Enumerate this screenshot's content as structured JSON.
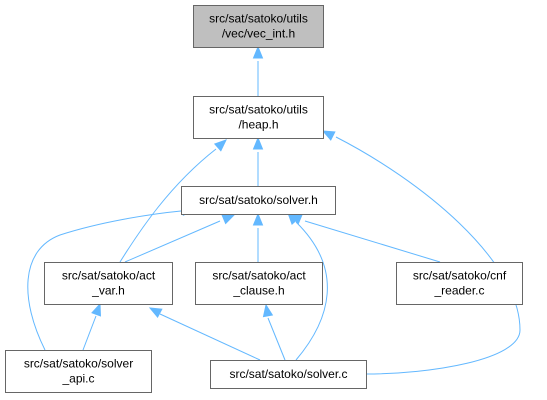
{
  "graph": {
    "edge_color": "#63b8ff",
    "node_border_color": "#666666",
    "root_fill_color": "#bfbfbf",
    "nodes": [
      {
        "id": "vec_int",
        "name": "node-vec-int-h",
        "lines": [
          "src/sat/satoko/utils",
          "/vec/vec_int.h"
        ],
        "root": true
      },
      {
        "id": "heap",
        "name": "node-heap-h",
        "lines": [
          "src/sat/satoko/utils",
          "/heap.h"
        ]
      },
      {
        "id": "solver_h",
        "name": "node-solver-h",
        "lines": [
          "src/sat/satoko/solver.h"
        ]
      },
      {
        "id": "act_var",
        "name": "node-act-var-h",
        "lines": [
          "src/sat/satoko/act",
          "_var.h"
        ]
      },
      {
        "id": "act_clause",
        "name": "node-act-clause-h",
        "lines": [
          "src/sat/satoko/act",
          "_clause.h"
        ]
      },
      {
        "id": "cnf_reader",
        "name": "node-cnf-reader-c",
        "lines": [
          "src/sat/satoko/cnf",
          "_reader.c"
        ]
      },
      {
        "id": "solver_api",
        "name": "node-solver-api-c",
        "lines": [
          "src/sat/satoko/solver",
          "_api.c"
        ]
      },
      {
        "id": "solver_c",
        "name": "node-solver-c",
        "lines": [
          "src/sat/satoko/solver.c"
        ]
      }
    ],
    "edges": [
      {
        "from": "heap",
        "to": "vec_int"
      },
      {
        "from": "solver_h",
        "to": "heap"
      },
      {
        "from": "act_var",
        "to": "heap"
      },
      {
        "from": "solver_c",
        "to": "heap"
      },
      {
        "from": "act_var",
        "to": "solver_h"
      },
      {
        "from": "act_clause",
        "to": "solver_h"
      },
      {
        "from": "cnf_reader",
        "to": "solver_h"
      },
      {
        "from": "solver_api",
        "to": "solver_h"
      },
      {
        "from": "solver_c",
        "to": "solver_h"
      },
      {
        "from": "solver_api",
        "to": "act_var"
      },
      {
        "from": "solver_c",
        "to": "act_var"
      },
      {
        "from": "solver_c",
        "to": "act_clause"
      }
    ]
  }
}
